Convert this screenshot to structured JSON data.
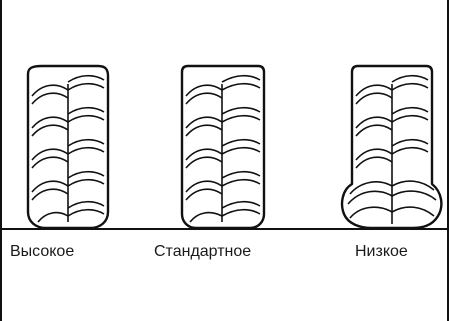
{
  "labels": {
    "high": "Высокое",
    "standard": "Стандартное",
    "low": "Низкое"
  },
  "colors": {
    "line": "#111111",
    "background": "#ffffff"
  },
  "icons": [
    "tire-high-pressure-icon",
    "tire-standard-pressure-icon",
    "tire-low-pressure-icon"
  ]
}
